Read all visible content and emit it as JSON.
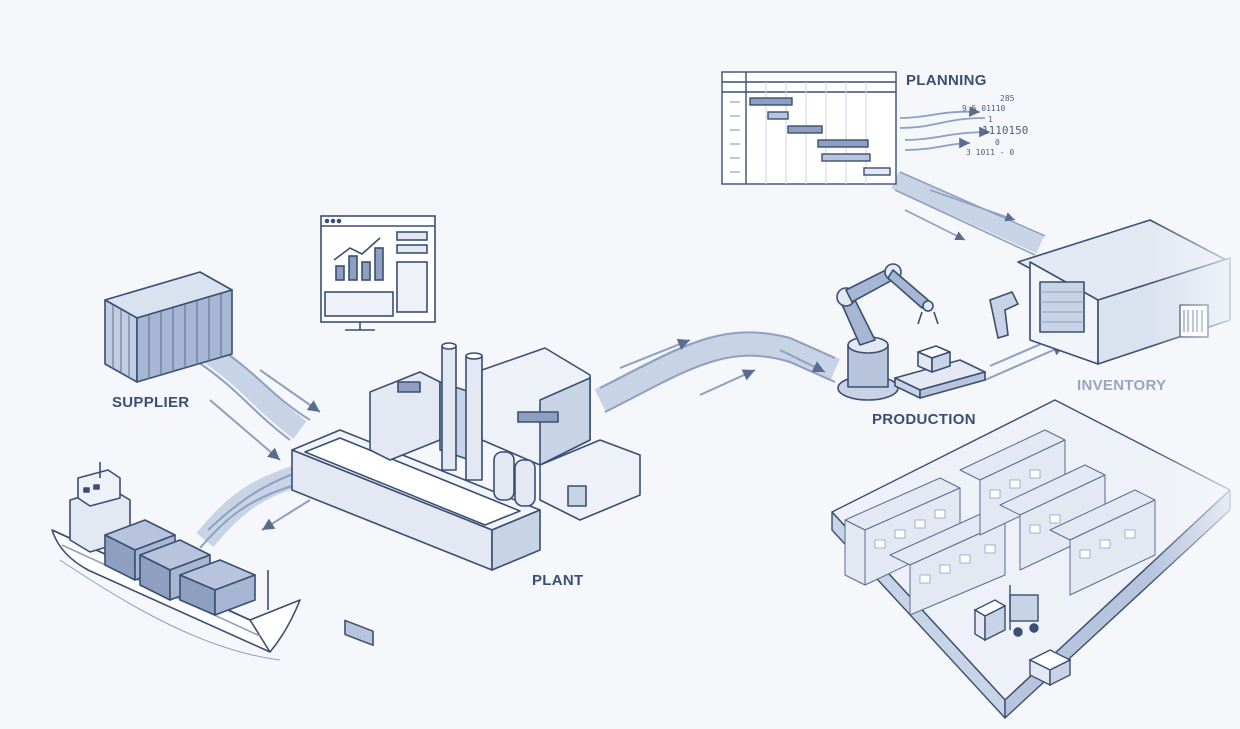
{
  "labels": {
    "planning": "PLANNING",
    "supplier": "SUPPLIER",
    "plant": "PLANT",
    "production": "PRODUCTION",
    "inventory": "INVENTORY"
  },
  "planning_codes": [
    "285",
    "9 5  01110",
    "1",
    "1110150",
    "0",
    "3  1011  -  0"
  ],
  "colors": {
    "background": "#f5f7fb",
    "ink": "#3a4f73",
    "light_blue": "#c9d3e6",
    "mid_blue": "#8e9fc0",
    "faded": "#9aa6bb"
  },
  "icons": [
    "container-icon",
    "ship-icon",
    "dashboard-icon",
    "factory-icon",
    "robot-arm-icon",
    "warehouse-icon",
    "barcode-scanner-icon",
    "gantt-chart-icon",
    "shelving-icon",
    "forklift-icon"
  ]
}
